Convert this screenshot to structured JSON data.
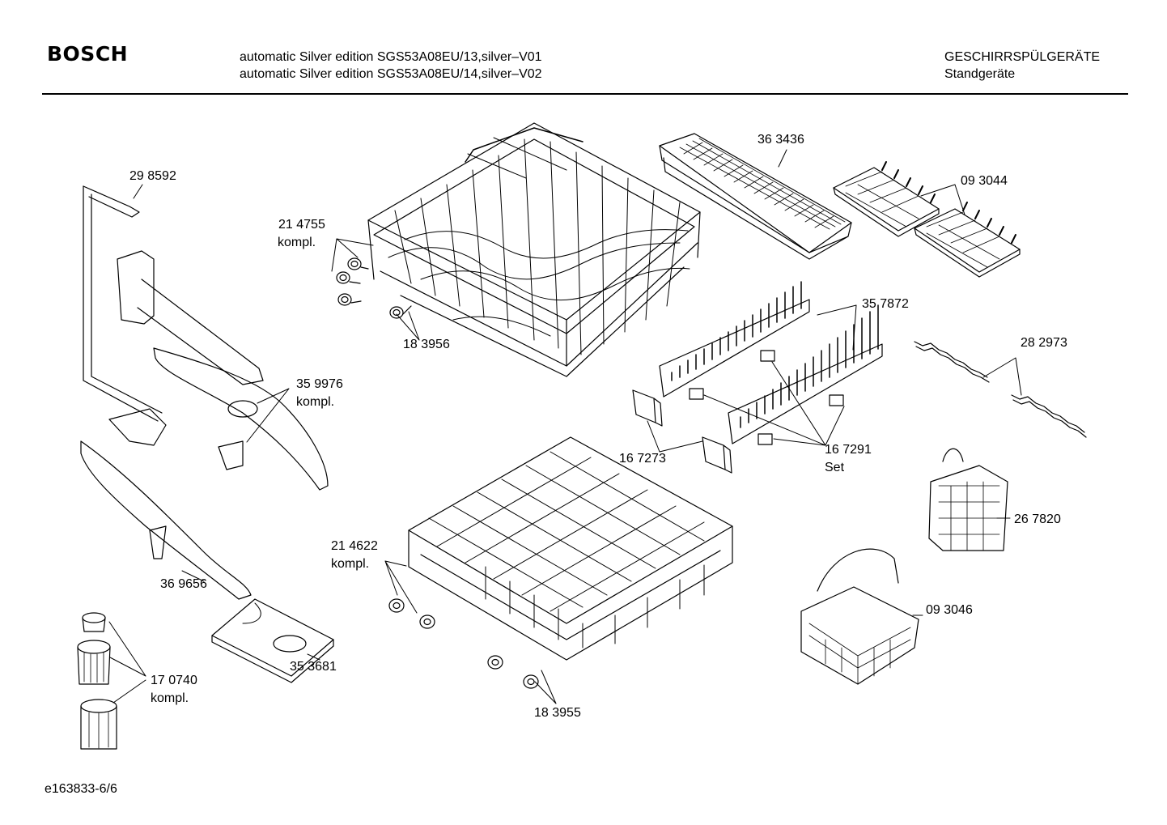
{
  "header": {
    "brand": "BOSCH",
    "model_lines": [
      "automatic Silver edition SGS53A08EU/13,silver–V01",
      "automatic Silver edition SGS53A08EU/14,silver–V02"
    ],
    "category": "GESCHIRRSPÜLGERÄTE",
    "subcategory": "Standgeräte"
  },
  "parts": {
    "p298592": "29 8592",
    "p214755": "21 4755",
    "p214755_note": "kompl.",
    "p183956": "18 3956",
    "p363436": "36 3436",
    "p093044": "09 3044",
    "p357872": "35 7872",
    "p282973": "28 2973",
    "p359976": "35 9976",
    "p359976_note": "kompl.",
    "p167273": "16 7273",
    "p167291": "16 7291",
    "p167291_note": "Set",
    "p267820": "26 7820",
    "p369656": "36 9656",
    "p214622": "21 4622",
    "p214622_note": "kompl.",
    "p093046": "09 3046",
    "p353681": "35 3681",
    "p170740": "17 0740",
    "p170740_note": "kompl.",
    "p183955": "18 3955"
  },
  "footer": {
    "code": "e163833-6/6"
  }
}
